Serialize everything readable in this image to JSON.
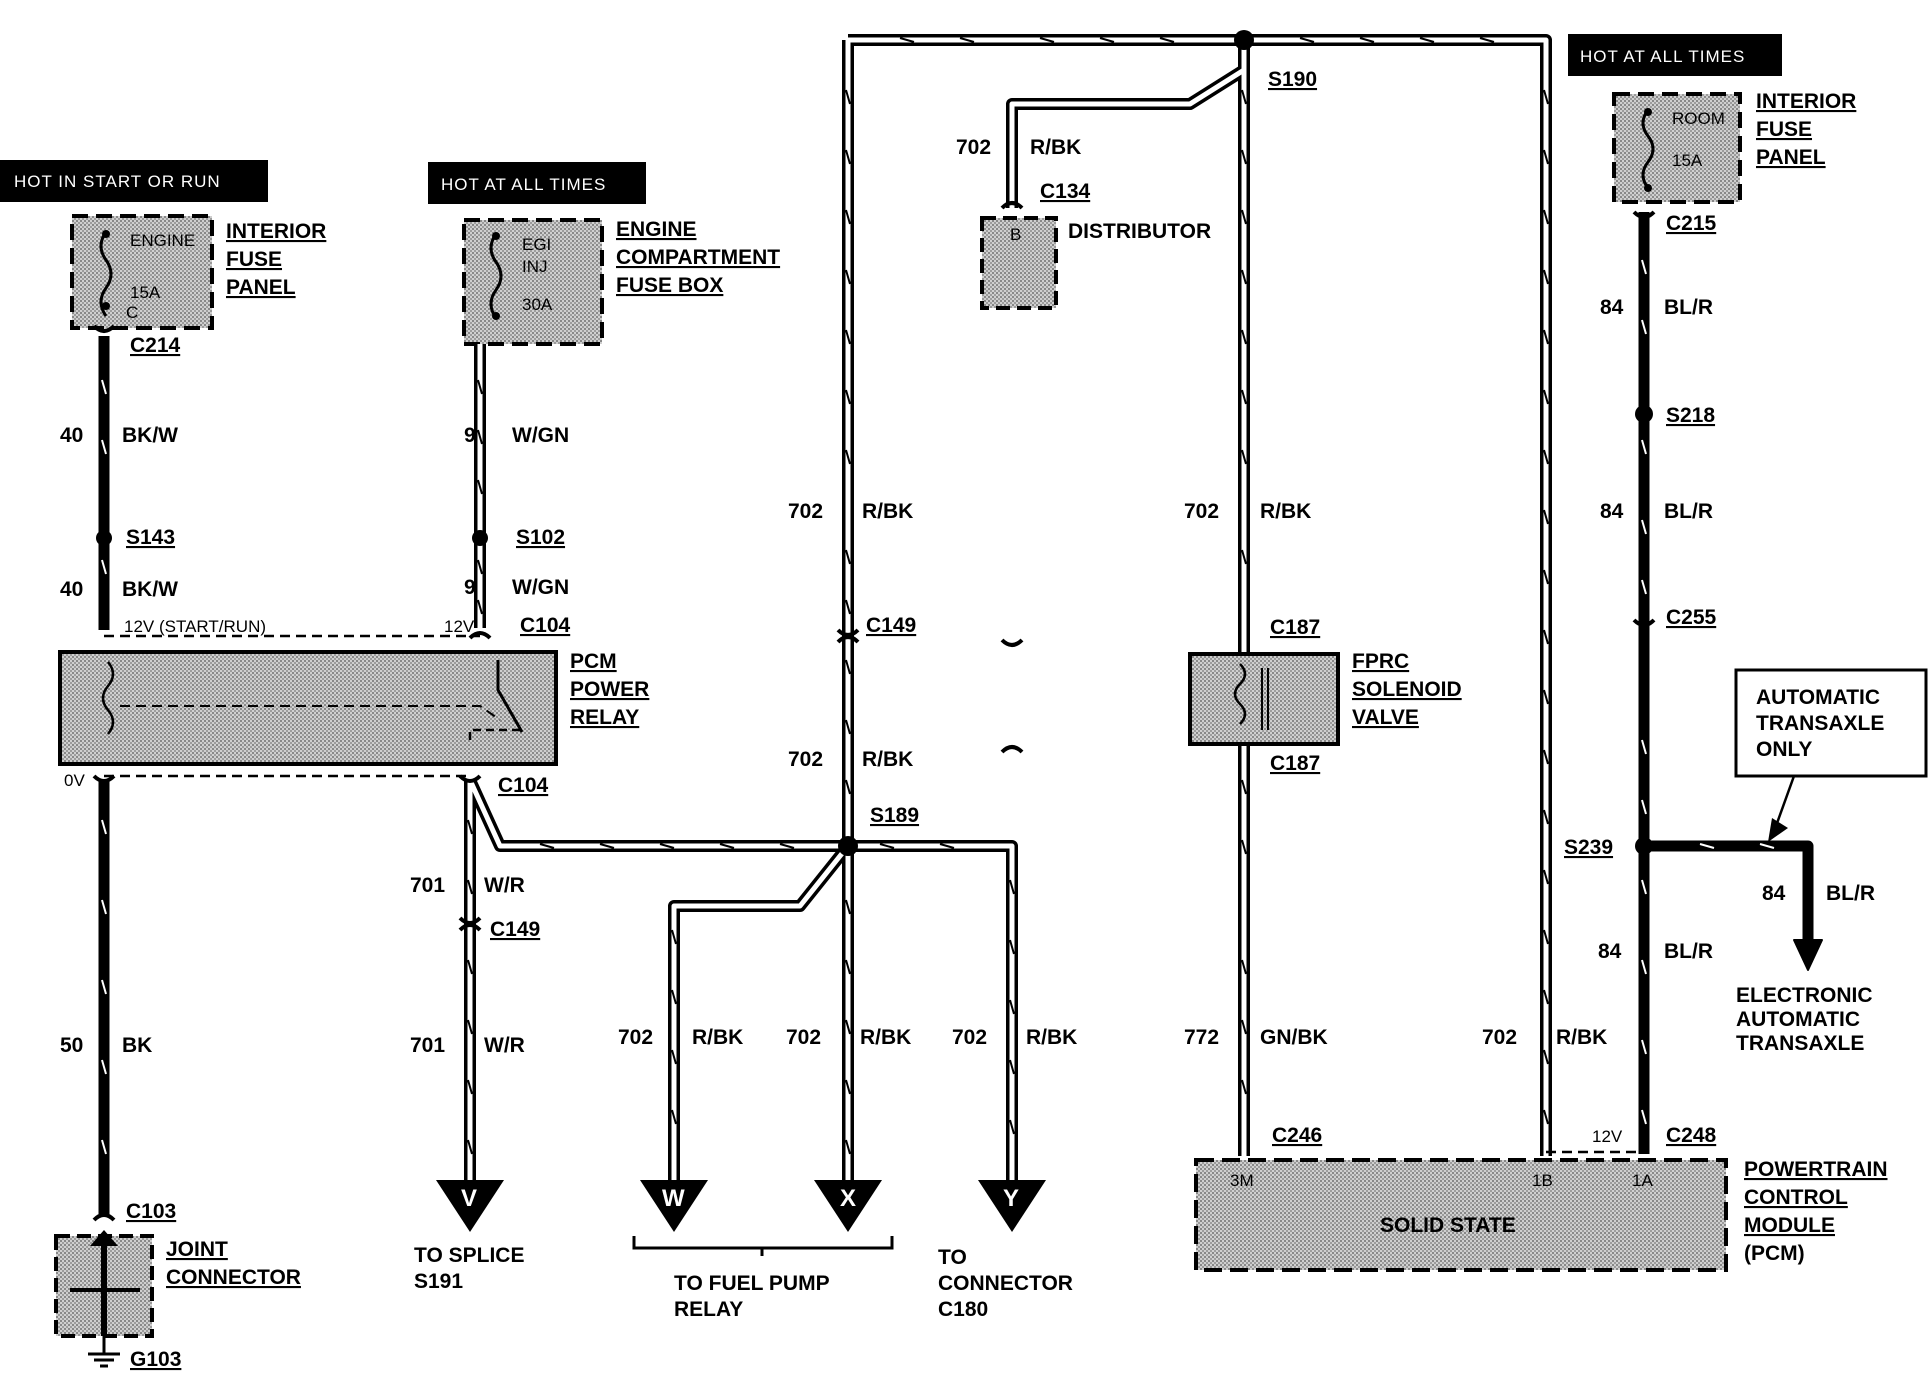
{
  "hot_labels": {
    "start_run": "HOT IN START OR RUN",
    "all_times_engine": "HOT AT ALL TIMES",
    "all_times_room": "HOT AT ALL TIMES"
  },
  "interior_fuse_panel_left": {
    "title_lines": [
      "INTERIOR",
      "FUSE",
      "PANEL"
    ],
    "fuse_name": "ENGINE",
    "fuse_amps": "15A",
    "pin": "C",
    "connector": "C214"
  },
  "engine_fuse_box": {
    "title_lines": [
      "ENGINE",
      "COMPARTMENT",
      "FUSE BOX"
    ],
    "fuse_name_1": "EGI",
    "fuse_name_2": "INJ",
    "fuse_amps": "30A"
  },
  "interior_fuse_panel_right": {
    "title_lines": [
      "INTERIOR",
      "FUSE",
      "PANEL"
    ],
    "fuse_name": "ROOM",
    "fuse_amps": "15A",
    "connector": "C215"
  },
  "distributor": {
    "label": "DISTRIBUTOR",
    "pin": "B",
    "connector": "C134",
    "circuit": "702",
    "color": "R/BK"
  },
  "wires": {
    "w40_upper": {
      "circuit": "40",
      "color": "BK/W"
    },
    "w40_lower": {
      "circuit": "40",
      "color": "BK/W"
    },
    "w9_upper": {
      "circuit": "9",
      "color": "W/GN"
    },
    "w9_lower": {
      "circuit": "9",
      "color": "W/GN"
    },
    "w50": {
      "circuit": "50",
      "color": "BK"
    },
    "w701_upper": {
      "circuit": "701",
      "color": "W/R"
    },
    "w701_lower": {
      "circuit": "701",
      "color": "W/R"
    },
    "w702_mid_upper": {
      "circuit": "702",
      "color": "R/BK"
    },
    "w702_mid_lower": {
      "circuit": "702",
      "color": "R/BK"
    },
    "w702_w": {
      "circuit": "702",
      "color": "R/BK"
    },
    "w702_x": {
      "circuit": "702",
      "color": "R/BK"
    },
    "w702_y": {
      "circuit": "702",
      "color": "R/BK"
    },
    "w702_fprc": {
      "circuit": "702",
      "color": "R/BK"
    },
    "w772": {
      "circuit": "772",
      "color": "GN/BK"
    },
    "w702_pcm": {
      "circuit": "702",
      "color": "R/BK"
    },
    "w84_a": {
      "circuit": "84",
      "color": "BL/R"
    },
    "w84_b": {
      "circuit": "84",
      "color": "BL/R"
    },
    "w84_c": {
      "circuit": "84",
      "color": "BL/R"
    },
    "w84_branch": {
      "circuit": "84",
      "color": "BL/R"
    }
  },
  "splices": {
    "s143": "S143",
    "s102": "S102",
    "s189": "S189",
    "s190": "S190",
    "s218": "S218",
    "s239": "S239"
  },
  "connectors": {
    "c104_top": "C104",
    "c104_bottom": "C104",
    "c149_mid": "C149",
    "c149_left": "C149",
    "c187_top": "C187",
    "c187_bottom": "C187",
    "c255": "C255",
    "c103": "C103",
    "c246": "C246",
    "c248": "C248"
  },
  "pcm_relay": {
    "title_lines": [
      "PCM",
      "POWER",
      "RELAY"
    ],
    "pin_12v_left": "12V (START/RUN)",
    "pin_12v_right": "12V",
    "pin_0v": "0V"
  },
  "fprc": {
    "title_lines": [
      "FPRC",
      "SOLENOID",
      "VALVE"
    ]
  },
  "joint_connector": {
    "title_lines": [
      "JOINT",
      "CONNECTOR"
    ],
    "ground": "G103"
  },
  "pcm_module": {
    "title_lines": [
      "POWERTRAIN",
      "CONTROL",
      "MODULE",
      "(PCM)"
    ],
    "body": "SOLID STATE",
    "pin_3m": "3M",
    "pin_1b": "1B",
    "pin_1a": "1A",
    "pin_12v": "12V"
  },
  "terminals": {
    "v": {
      "letter": "V",
      "caption_lines": [
        "TO SPLICE",
        "S191"
      ]
    },
    "w": {
      "letter": "W"
    },
    "x": {
      "letter": "X"
    },
    "wx_caption_lines": [
      "TO FUEL PUMP",
      "RELAY"
    ],
    "y": {
      "letter": "Y",
      "caption_lines": [
        "TO",
        "CONNECTOR",
        "C180"
      ]
    }
  },
  "automatic_note": {
    "lines": [
      "AUTOMATIC",
      "TRANSAXLE",
      "ONLY"
    ]
  },
  "eat": {
    "lines": [
      "ELECTRONIC",
      "AUTOMATIC",
      "TRANSAXLE"
    ]
  }
}
